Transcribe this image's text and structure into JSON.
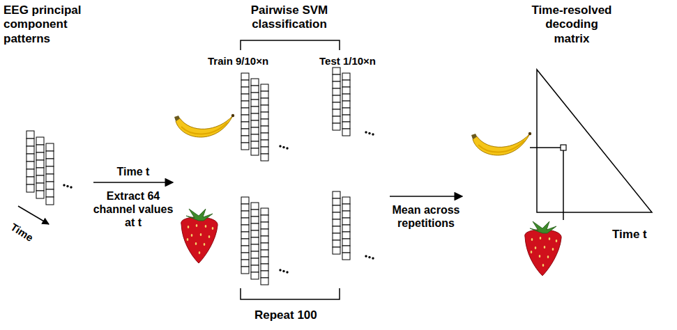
{
  "diagram": {
    "nodes": [
      {
        "text": [
          "EEG principal component patterns",
          "Time"
        ]
      },
      {
        "text": [
          "Pairwise SVM classification",
          "Train 9/10×n",
          "Test 1/10×n",
          "Repeat 100"
        ]
      },
      {
        "text": [
          "Time-resolved decoding matrix",
          "Time t"
        ]
      }
    ],
    "edges": [
      {
        "from": 0,
        "to": 1,
        "arrow": "to",
        "label": "Time t"
      },
      {
        "from": 1,
        "to": 2,
        "arrow": "to",
        "label": "Mean across repetitions"
      }
    ],
    "labels": [
      "Extract 64 channel values at t"
    ]
  }
}
